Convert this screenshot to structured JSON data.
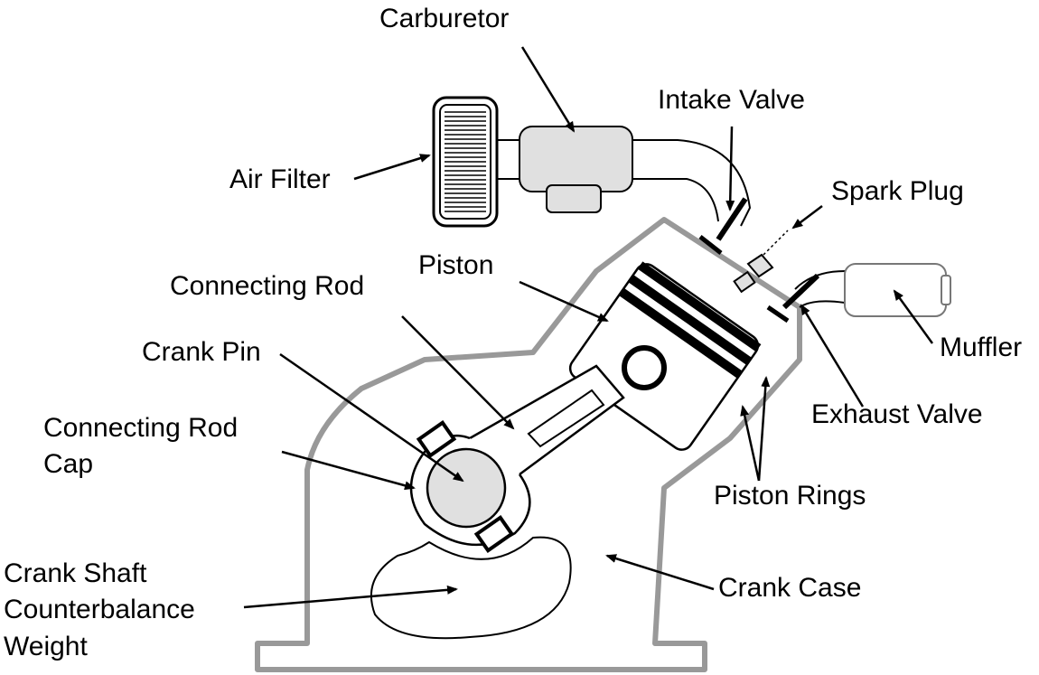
{
  "labels": {
    "carburetor": "Carburetor",
    "intake_valve": "Intake Valve",
    "air_filter": "Air Filter",
    "spark_plug": "Spark Plug",
    "piston": "Piston",
    "connecting_rod": "Connecting Rod",
    "muffler": "Muffler",
    "crank_pin": "Crank Pin",
    "exhaust_valve": "Exhaust Valve",
    "connecting_rod_cap_line1": "Connecting Rod",
    "connecting_rod_cap_line2": "Cap",
    "piston_rings": "Piston Rings",
    "crank_case": "Crank Case",
    "counterbalance_line1": "Crank Shaft",
    "counterbalance_line2": "Counterbalance",
    "counterbalance_line3": "Weight"
  },
  "colors": {
    "case_outline": "#999999",
    "part_fill": "#e0e0e0",
    "ink": "#000000"
  }
}
